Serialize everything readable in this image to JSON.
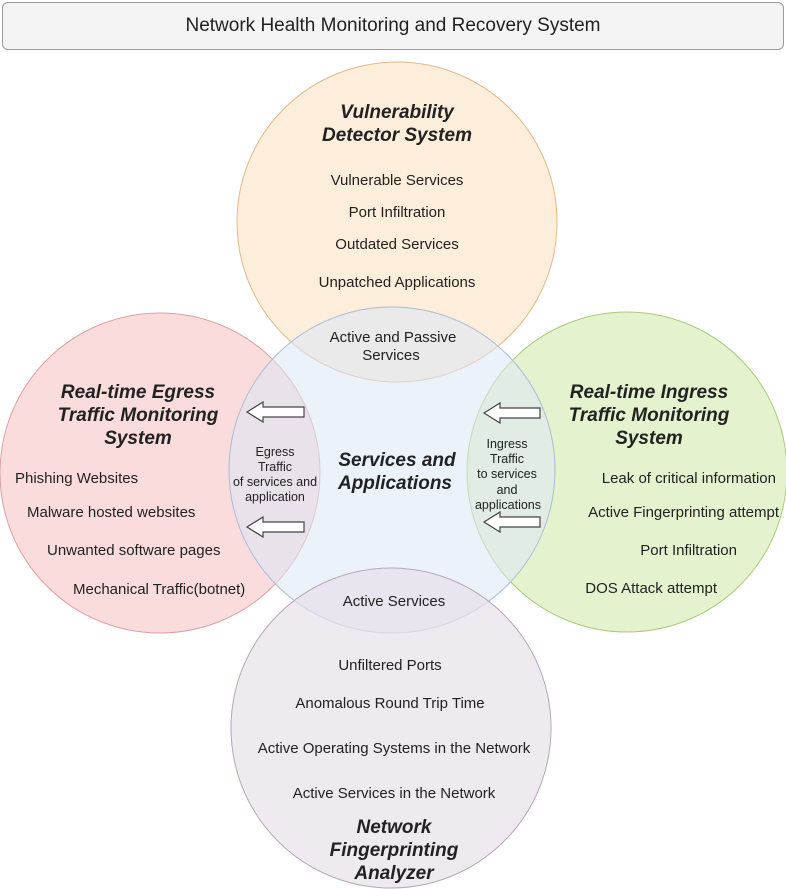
{
  "title": "Network Health Monitoring and Recovery System",
  "colors": {
    "top_fill": "#fdebd5",
    "top_stroke": "#e2b98a",
    "left_fill": "#f9d6d6",
    "left_stroke": "#e0a0a0",
    "right_fill": "#dff0c5",
    "right_stroke": "#a7cc79",
    "bottom_fill": "#e8dfea",
    "bottom_stroke": "#b8a6bd",
    "center_fill": "#dde8f6",
    "center_stroke": "#a9bcd6"
  },
  "top": {
    "heading": [
      "Vulnerability",
      "Detector System"
    ],
    "items": [
      "Vulnerable Services",
      "Port Infiltration",
      "Outdated Services",
      "Unpatched Applications"
    ]
  },
  "left": {
    "heading": [
      "Real-time Egress",
      "Traffic Monitoring",
      "System"
    ],
    "items": [
      "Phishing Websites",
      "Malware hosted websites",
      "Unwanted software pages",
      "Mechanical Traffic(botnet)"
    ]
  },
  "right": {
    "heading": [
      "Real-time Ingress",
      "Traffic Monitoring",
      "System"
    ],
    "items": [
      "Leak of critical information",
      "Active Fingerprinting attempt",
      "Port Infiltration",
      "DOS Attack attempt"
    ]
  },
  "bottom": {
    "heading": [
      "Network",
      "Fingerprinting",
      "Analyzer"
    ],
    "items": [
      "Unfiltered Ports",
      "Anomalous Round Trip Time",
      "Active Operating Systems in the Network",
      "Active Services in the Network"
    ]
  },
  "center": {
    "heading": [
      "Services and",
      "Applications"
    ]
  },
  "overlaps": {
    "top_center": [
      "Active and Passive",
      "Services"
    ],
    "bottom_center": "Active Services",
    "left_center": [
      "Egress",
      "Traffic",
      "of services and",
      "application"
    ],
    "right_center": [
      "Ingress",
      "Traffic",
      "to services",
      "and",
      "applications"
    ]
  }
}
